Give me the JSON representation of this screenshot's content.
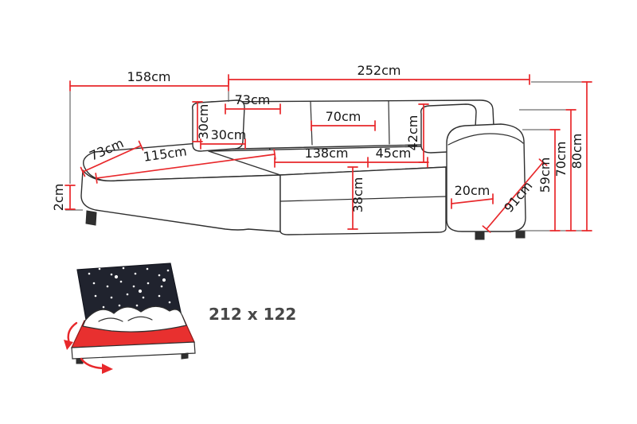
{
  "dims": {
    "chaise_section_width": "158cm",
    "total_width": "252cm",
    "back_cushion_left_width": "73cm",
    "pillow_height": "30cm",
    "pillow_width": "30cm",
    "back_cushion_mid_width": "70cm",
    "backrest_cushion_height": "42cm",
    "chaise_width": "73cm",
    "chaise_length": "115cm",
    "seat_width": "138cm",
    "corner_seat_width": "45cm",
    "seat_height": "38cm",
    "armrest_width": "20cm",
    "sofa_depth": "91cm",
    "armrest_height": "59cm",
    "backrest_height": "70cm",
    "total_height": "80cm",
    "leg_height": "2cm"
  },
  "bed": {
    "icon": "fold-out-bed-icon",
    "sleeping_area": "212 x 122"
  },
  "colors": {
    "dimension_red": "#e8282b",
    "sofa_outline": "#2f2f2f",
    "mattress_red": "#e8302f",
    "headboard_dark": "#20232e",
    "label_text": "#161616"
  }
}
